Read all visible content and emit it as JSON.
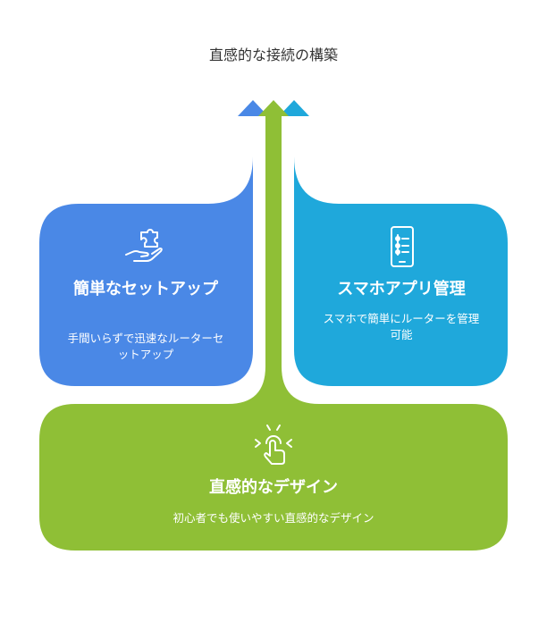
{
  "title": "直感的な接続の構築",
  "colors": {
    "blue": "#4A88E6",
    "cyan": "#1FA8DB",
    "green": "#8FBF36"
  },
  "cards": [
    {
      "id": "easy-setup",
      "title": "簡単なセットアップ",
      "description": "手間いらずで迅速なルーターセットアップ",
      "icon": "puzzle-hand-icon",
      "color": "#4A88E6"
    },
    {
      "id": "smartphone-app",
      "title": "スマホアプリ管理",
      "description": "スマホで簡単にルーターを管理可能",
      "icon": "smartphone-settings-icon",
      "color": "#1FA8DB"
    },
    {
      "id": "intuitive-design",
      "title": "直感的なデザイン",
      "description": "初心者でも使いやすい直感的なデザイン",
      "icon": "tap-gesture-icon",
      "color": "#8FBF36"
    }
  ]
}
